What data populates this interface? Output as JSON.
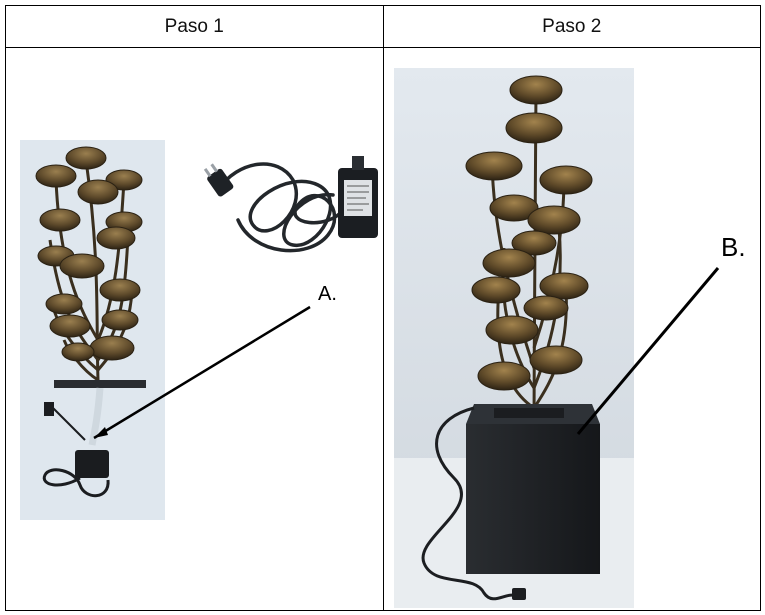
{
  "steps": [
    {
      "header": "Paso 1",
      "callout": "A.",
      "icons": [
        "fountain-tree-photo",
        "pump-with-cord-photo",
        "pointer-line"
      ]
    },
    {
      "header": "Paso 2",
      "callout": "B.",
      "icons": [
        "assembled-fountain-photo",
        "pointer-line"
      ]
    }
  ],
  "colors": {
    "border": "#000000",
    "photo_background": "#dfe7ee",
    "bronze": "#6b5532",
    "base_box": "#202327"
  }
}
